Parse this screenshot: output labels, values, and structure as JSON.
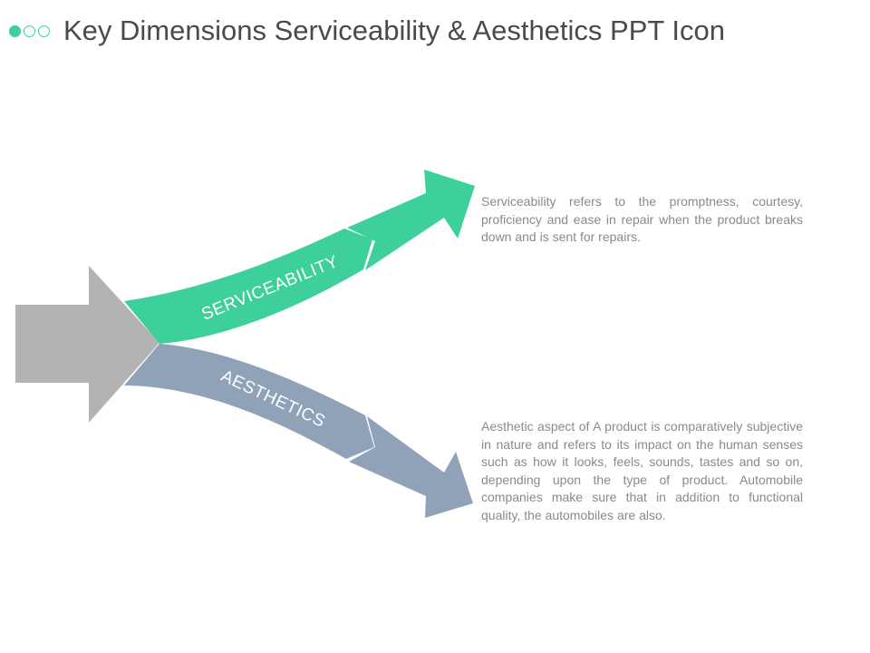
{
  "title": "Key Dimensions Serviceability & Aesthetics PPT Icon",
  "colors": {
    "accent_green": "#3dd09a",
    "accent_slate": "#8fa2b8",
    "input_gray": "#b3b3b3",
    "title_text": "#4a4a4a",
    "body_text": "#8a8a8a"
  },
  "branches": [
    {
      "label": "SERVICEABILITY",
      "description": "Serviceability refers to the promptness, courtesy, proficiency and ease in repair when the product breaks down and is sent for repairs."
    },
    {
      "label": "AESTHETICS",
      "description": "Aesthetic aspect of A product is comparatively subjective in nature and refers to its impact on the human senses such as how it looks, feels, sounds, tastes and so on, depending upon the type of product. Automobile companies make sure that in addition to functional quality, the automobiles are also."
    }
  ]
}
